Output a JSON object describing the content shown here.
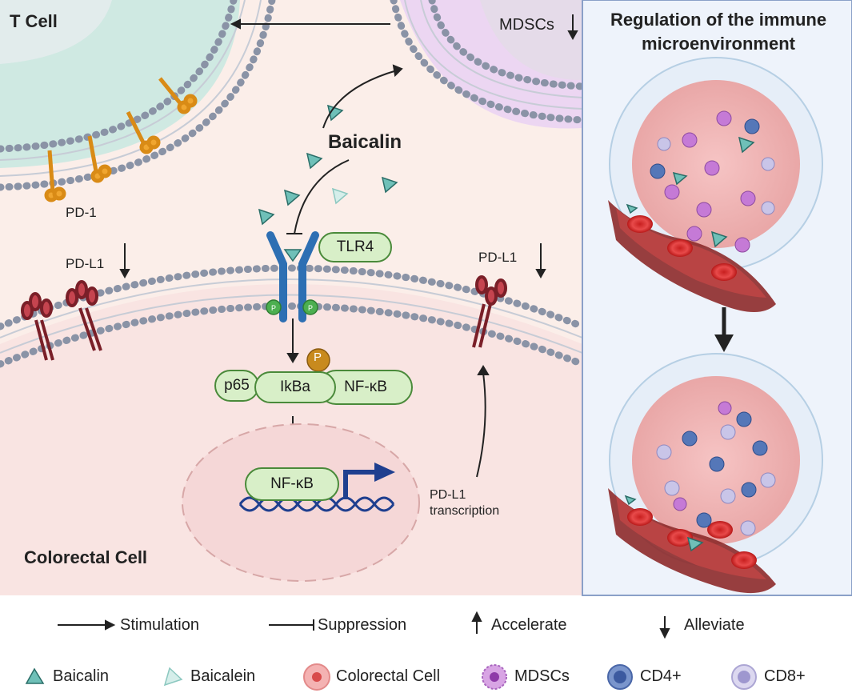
{
  "labels": {
    "t_cell": "T  Cell",
    "mdscs_top": "MDSCs",
    "regulation_title_1": "Regulation of the immune",
    "regulation_title_2": "microenvironment",
    "baicalin_main": "Baicalin",
    "pd1": "PD-1",
    "pdl1_left": "PD-L1",
    "pdl1_right": "PD-L1",
    "tlr4": "TLR4",
    "p_badge": "P",
    "p65": "p65",
    "ikba": "IkBa",
    "nfkb_cyto": "NF-κB",
    "nfkb_nucleus": "NF-κB",
    "pdl1_transcription_1": "PD-L1",
    "pdl1_transcription_2": "transcription",
    "colorectal_cell": "Colorectal  Cell"
  },
  "legend_row1": [
    {
      "icon": "stimulation-arrow-icon",
      "label": "Stimulation"
    },
    {
      "icon": "suppression-tbar-icon",
      "label": "Suppression"
    },
    {
      "icon": "up-arrow-icon",
      "label": "Accelerate"
    },
    {
      "icon": "down-arrow-icon",
      "label": "Alleviate"
    }
  ],
  "legend_row2": [
    {
      "icon": "baicalin-triangle-icon",
      "label": "Baicalin"
    },
    {
      "icon": "baicalein-triangle-icon",
      "label": "Baicalein"
    },
    {
      "icon": "colorectal-cell-icon",
      "label": "Colorectal  Cell"
    },
    {
      "icon": "mdsc-icon",
      "label": "MDSCs"
    },
    {
      "icon": "cd4-icon",
      "label": "CD4+"
    },
    {
      "icon": "cd8-icon",
      "label": "CD8+"
    }
  ],
  "colors": {
    "background_panel": "#fbeee9",
    "right_panel": "#eef3fb",
    "tcell_fill": "#cfe9e2",
    "mdsc_fill": "#ecd6f2",
    "membrane_bead": "#8a93a6",
    "receptor_blue": "#2d6fb3",
    "box_green": "#d8efc8",
    "pd1_orange": "#f0a630",
    "pdl1_red": "#b43a4a",
    "baicalin_teal": "#6fc0b8",
    "baicalein_teal": "#c6e7e2",
    "dna_blue": "#1f3f8f"
  }
}
